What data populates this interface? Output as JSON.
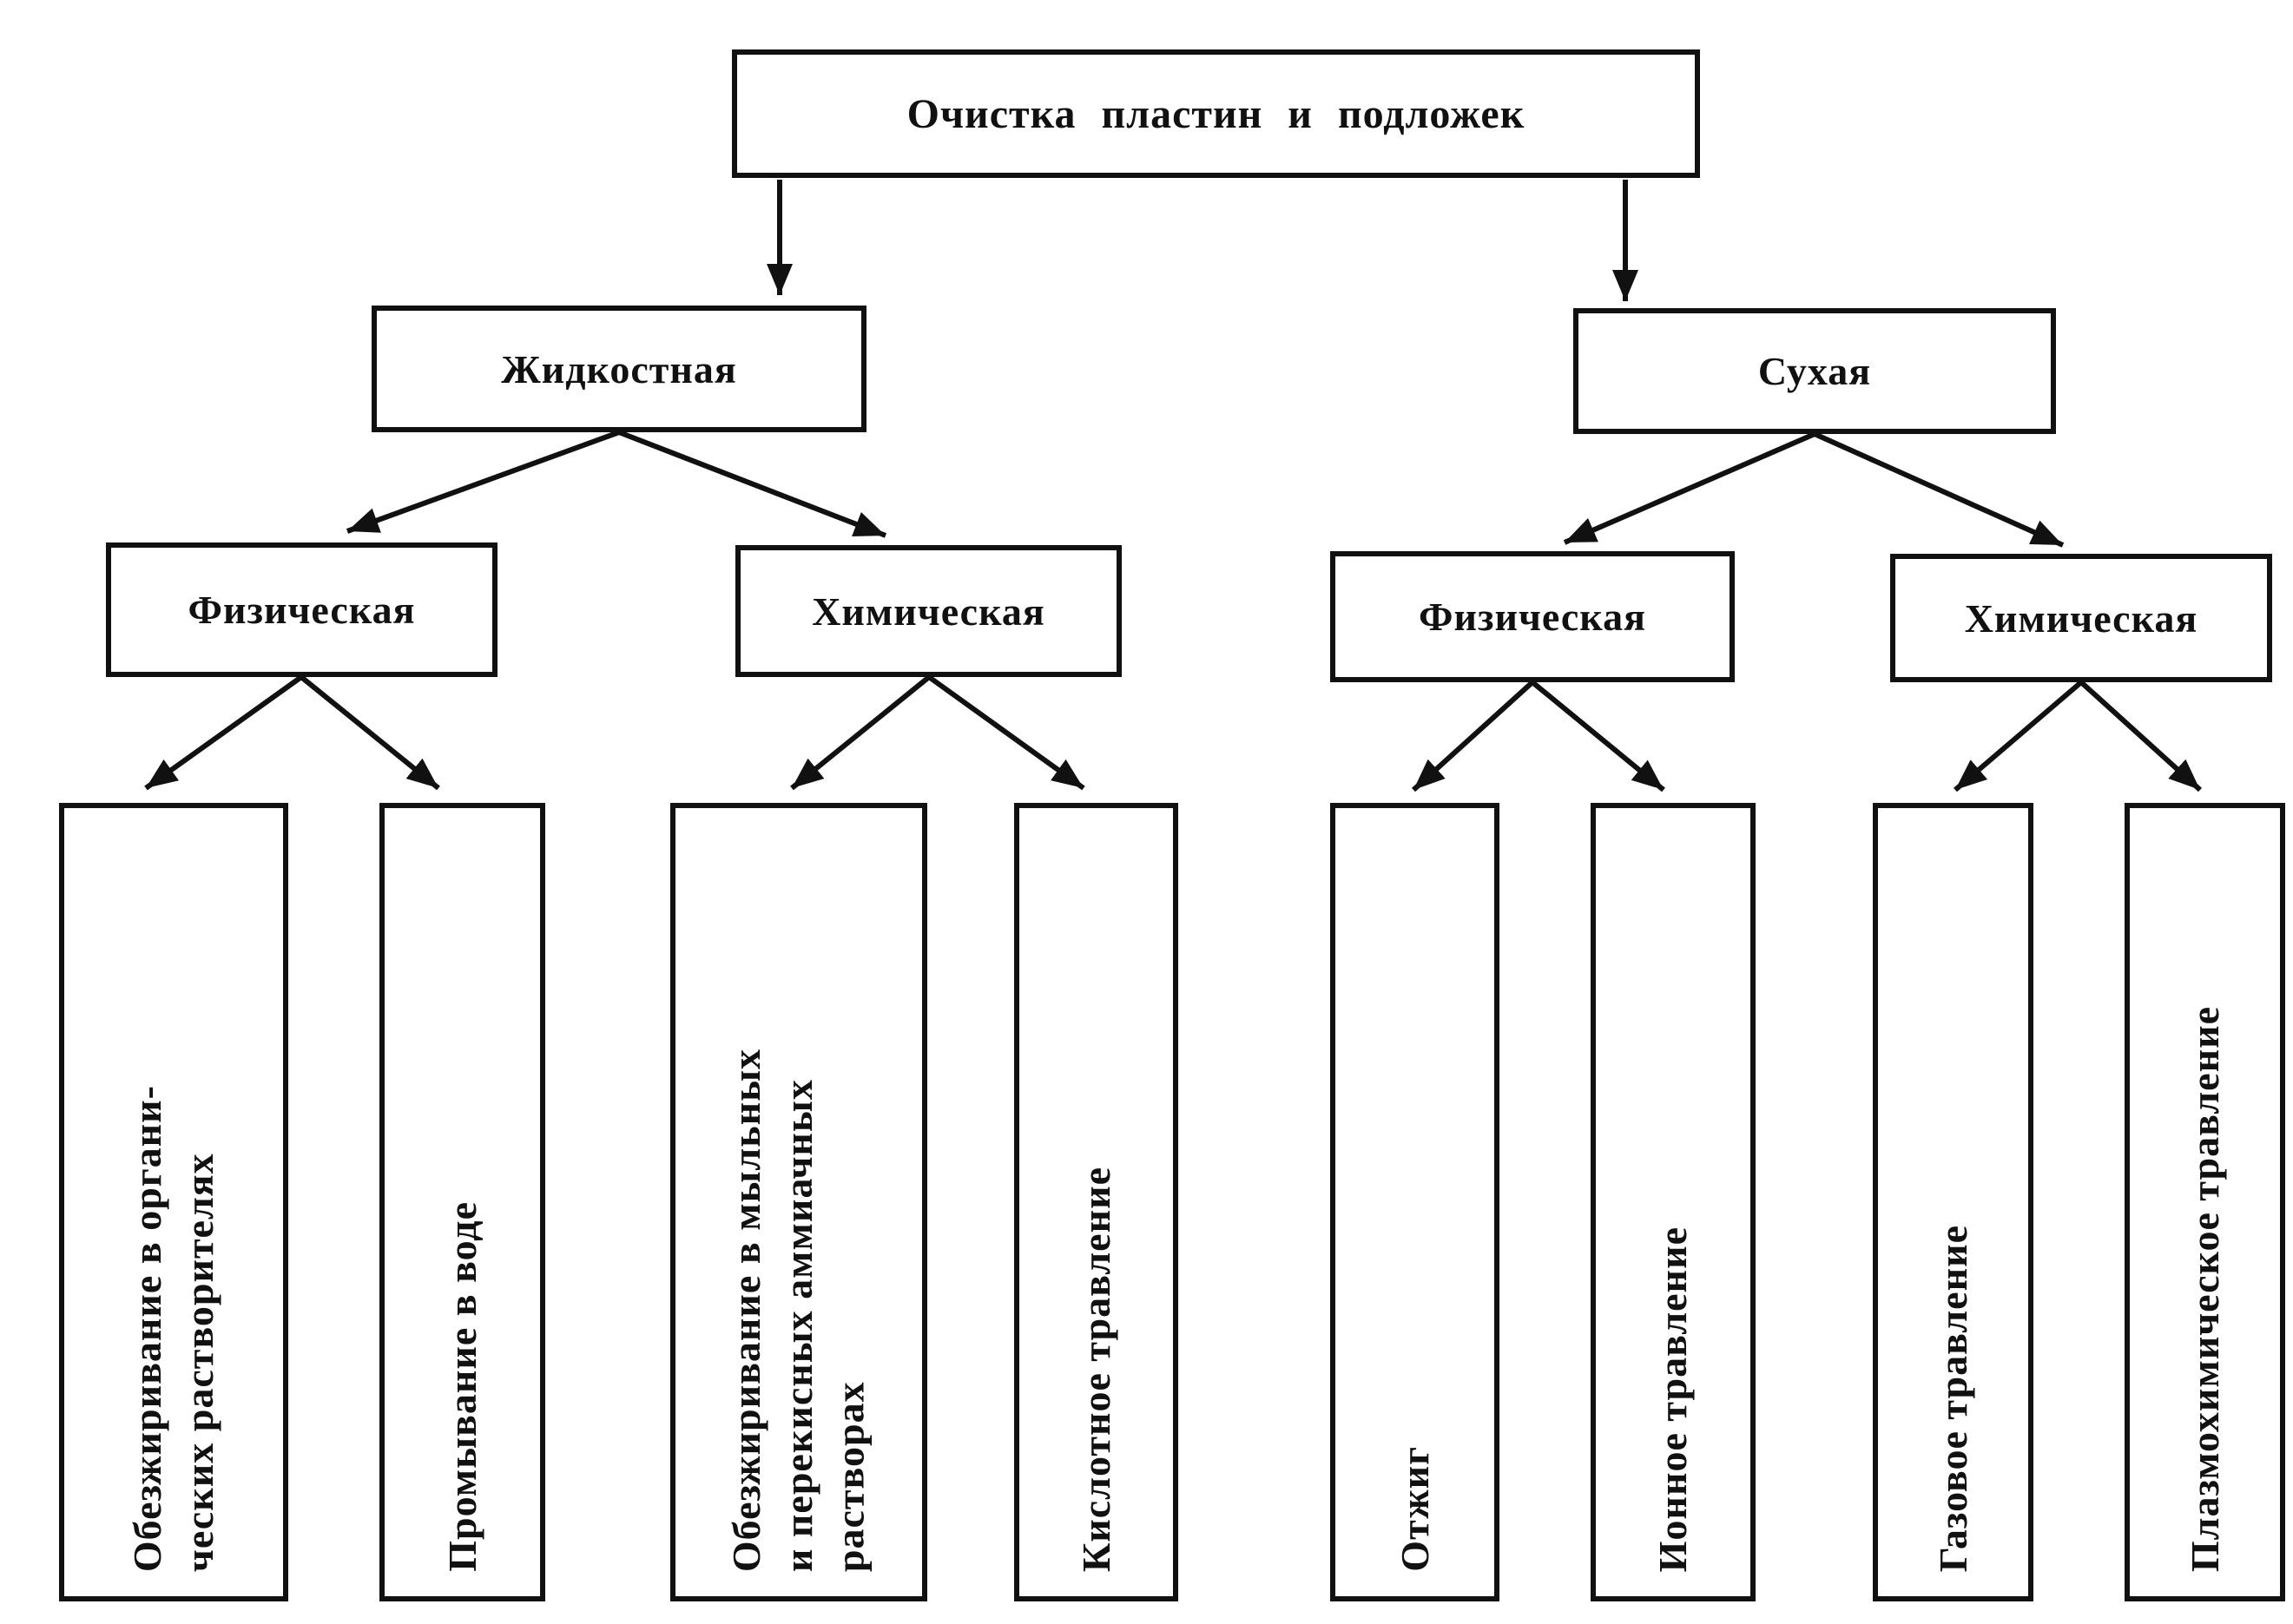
{
  "palette": {
    "line": "#111111",
    "background": "#ffffff"
  },
  "diagram": {
    "title": "Очистка пластин и подложек",
    "level1": {
      "liquid": "Жидкостная",
      "dry": "Сухая"
    },
    "level2": {
      "liquid_physical": "Физическая",
      "liquid_chemical": "Химическая",
      "dry_physical": "Физическая",
      "dry_chemical": "Химическая"
    },
    "leaves": {
      "organic_degrease": "Обезжиривание в органи-\nческих растворителях",
      "water_rinse": "Промывание в воде",
      "soap_degrease": "Обезжиривание в мыльных\nи перекисных аммиачных\nрастворах",
      "acid_etch": "Кислотное травление",
      "anneal": "Отжиг",
      "ion_etch": "Ионное травление",
      "gas_etch": "Газовое травление",
      "plasma_etch": "Плазмохимическое травление"
    }
  }
}
